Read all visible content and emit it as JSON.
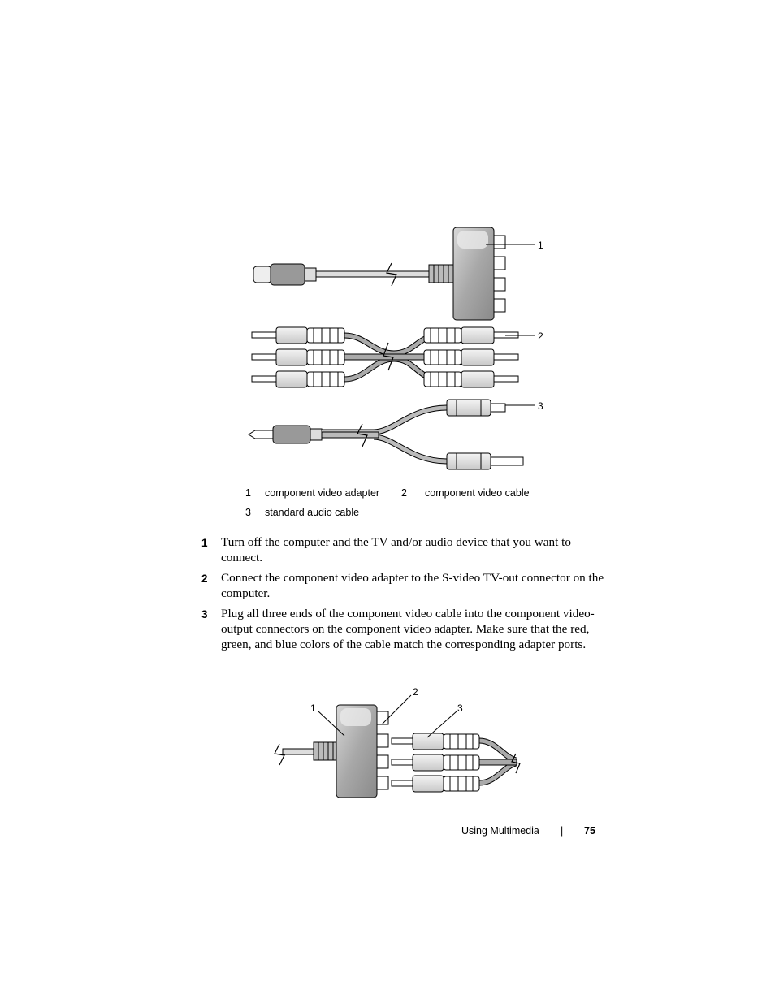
{
  "figure_top": {
    "callouts": [
      "1",
      "2",
      "3"
    ]
  },
  "legend": [
    {
      "num": "1",
      "label": "component video adapter"
    },
    {
      "num": "2",
      "label": "component video cable"
    },
    {
      "num": "3",
      "label": "standard audio cable"
    }
  ],
  "steps": [
    {
      "num": "1",
      "text": "Turn off the computer and the TV and/or audio device that you want to connect."
    },
    {
      "num": "2",
      "text": "Connect the component video adapter to the S-video TV-out connector on the computer."
    },
    {
      "num": "3",
      "text": "Plug all three ends of the component video cable into the component video-output connectors on the component video adapter. Make sure that the red, green, and blue colors of the cable match the corresponding adapter ports."
    }
  ],
  "figure_bottom": {
    "callouts": [
      "1",
      "2",
      "3"
    ]
  },
  "footer": {
    "section": "Using Multimedia",
    "separator": "|",
    "page": "75"
  }
}
